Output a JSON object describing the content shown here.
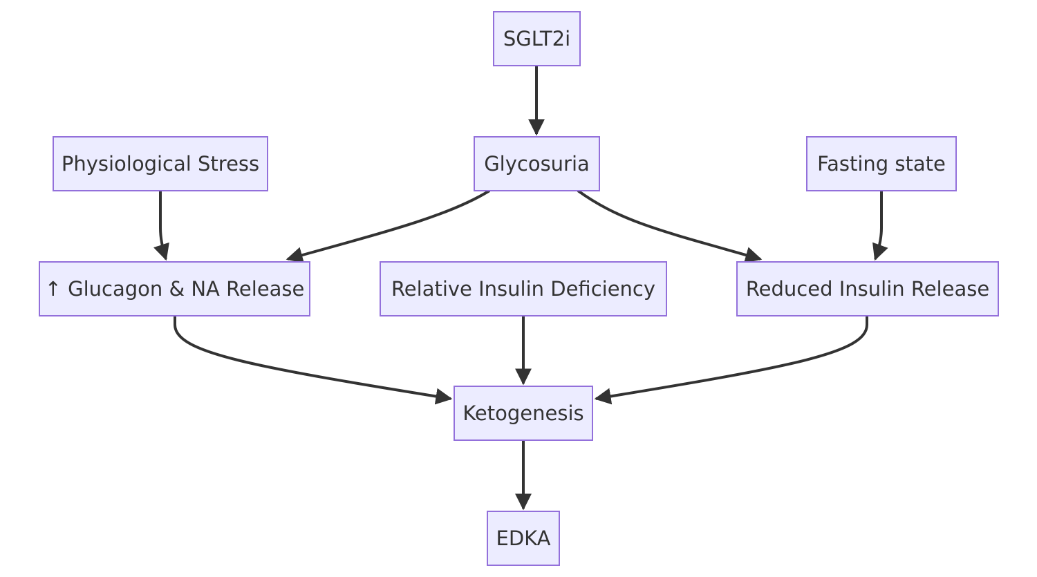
{
  "diagram": {
    "type": "flowchart",
    "direction": "top-down",
    "nodes": {
      "sglt2i": "SGLT2i",
      "glycosuria": "Glycosuria",
      "stress": "Physiological Stress",
      "fasting": "Fasting state",
      "glucagon": "↑ Glucagon & NA Release",
      "relative_insulin": "Relative Insulin Deficiency",
      "reduced_insulin": "Reduced Insulin Release",
      "ketogenesis": "Ketogenesis",
      "edka": "EDKA"
    },
    "edges": [
      {
        "from": "sglt2i",
        "to": "glycosuria"
      },
      {
        "from": "stress",
        "to": "glucagon"
      },
      {
        "from": "glycosuria",
        "to": "glucagon"
      },
      {
        "from": "glycosuria",
        "to": "reduced_insulin"
      },
      {
        "from": "fasting",
        "to": "reduced_insulin"
      },
      {
        "from": "glucagon",
        "to": "ketogenesis"
      },
      {
        "from": "relative_insulin",
        "to": "ketogenesis"
      },
      {
        "from": "reduced_insulin",
        "to": "ketogenesis"
      },
      {
        "from": "ketogenesis",
        "to": "edka"
      }
    ],
    "colors": {
      "node_fill": "#ECECFF",
      "node_border": "#9370DB",
      "edge": "#333333",
      "text": "#333333"
    }
  }
}
